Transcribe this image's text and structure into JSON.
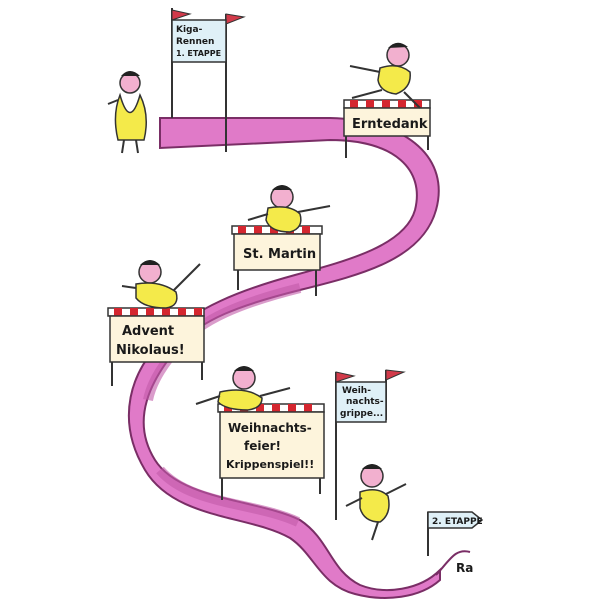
{
  "cartoon": {
    "start_flag_lines": [
      "Kiga-",
      "Rennen",
      "1. ETAPPE"
    ],
    "hurdles": {
      "erntedank": [
        "Erntedank"
      ],
      "st_martin": [
        "St. Martin"
      ],
      "advent": [
        "Advent",
        "Nikolaus!"
      ],
      "weihnachten": [
        "Weihnachts-",
        "feier!",
        "Krippenspiel!!"
      ]
    },
    "sign_grippe": [
      "Weih-",
      "nachts-",
      "grippe..."
    ],
    "finish_sign": "2. ETAPPE",
    "signature": "Ra"
  },
  "colors": {
    "track": "#e07ac8",
    "track_dark": "#c25aa8",
    "shirt": "#f4ea4a",
    "skin": "#f2b0cf",
    "hair": "#222222",
    "flag": "#d23a4a",
    "sign_bg": "#fdf4dc",
    "flag_bg": "#dff0f7",
    "hurdle_red": "#d4262f"
  }
}
